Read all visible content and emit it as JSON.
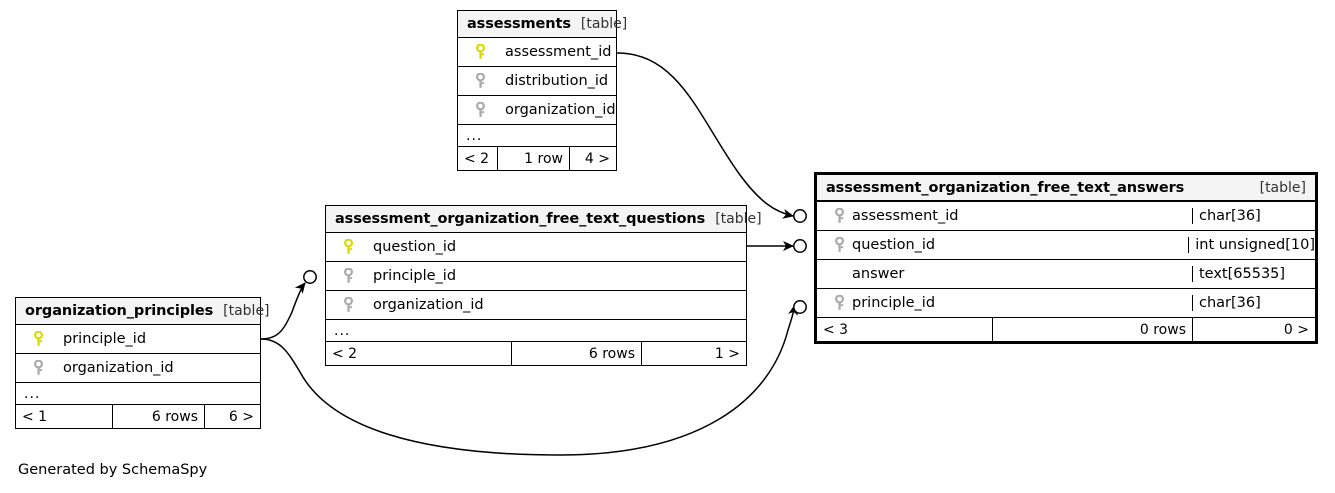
{
  "diagram": {
    "caption": "Generated by SchemaSpy",
    "table_tag": "[table]",
    "ellipsis": "...",
    "colors": {
      "primary_key": "#dada00",
      "foreign_key": "#aaaaaa",
      "header_bg": "#f4f4f4",
      "border": "#000000",
      "edge": "#000000"
    }
  },
  "tables": [
    {
      "id": "assessments",
      "name": "assessments",
      "tag": "[table]",
      "focused": false,
      "columns": [
        {
          "name": "assessment_id",
          "key": "primary",
          "key_icon": "key-icon-primary"
        },
        {
          "name": "distribution_id",
          "key": "foreign",
          "key_icon": "key-icon-foreign"
        },
        {
          "name": "organization_id",
          "key": "foreign",
          "key_icon": "key-icon-foreign"
        }
      ],
      "has_more": true,
      "footer": {
        "left": "< 2",
        "middle": "1 row",
        "right": "4 >"
      }
    },
    {
      "id": "assessment_organization_free_text_questions",
      "name": "assessment_organization_free_text_questions",
      "tag": "[table]",
      "focused": false,
      "columns": [
        {
          "name": "question_id",
          "key": "primary",
          "key_icon": "key-icon-primary"
        },
        {
          "name": "principle_id",
          "key": "foreign",
          "key_icon": "key-icon-foreign"
        },
        {
          "name": "organization_id",
          "key": "foreign",
          "key_icon": "key-icon-foreign"
        }
      ],
      "has_more": true,
      "footer": {
        "left": "< 2",
        "middle": "6 rows",
        "right": "1 >"
      }
    },
    {
      "id": "organization_principles",
      "name": "organization_principles",
      "tag": "[table]",
      "focused": false,
      "columns": [
        {
          "name": "principle_id",
          "key": "primary",
          "key_icon": "key-icon-primary"
        },
        {
          "name": "organization_id",
          "key": "foreign",
          "key_icon": "key-icon-foreign"
        }
      ],
      "has_more": true,
      "footer": {
        "left": "< 1",
        "middle": "6 rows",
        "right": "6 >"
      }
    },
    {
      "id": "assessment_organization_free_text_answers",
      "name": "assessment_organization_free_text_answers",
      "tag": "[table]",
      "focused": true,
      "columns": [
        {
          "name": "assessment_id",
          "key": "foreign",
          "key_icon": "key-icon-foreign",
          "type": "char[36]"
        },
        {
          "name": "question_id",
          "key": "foreign",
          "key_icon": "key-icon-foreign",
          "type": "int unsigned[10]"
        },
        {
          "name": "answer",
          "key": "none",
          "key_icon": "",
          "type": "text[65535]"
        },
        {
          "name": "principle_id",
          "key": "foreign",
          "key_icon": "key-icon-foreign",
          "type": "char[36]"
        }
      ],
      "has_more": false,
      "footer": {
        "left": "< 3",
        "middle": "0 rows",
        "right": "0 >"
      }
    }
  ],
  "relationships": [
    {
      "id": "assessments-to-answers",
      "from_table": "assessments",
      "from_column": "assessment_id",
      "to_table": "assessment_organization_free_text_answers",
      "to_column": "assessment_id"
    },
    {
      "id": "questions-to-answers",
      "from_table": "assessment_organization_free_text_questions",
      "from_column": "question_id",
      "to_table": "assessment_organization_free_text_answers",
      "to_column": "question_id"
    },
    {
      "id": "principles-to-questions",
      "from_table": "organization_principles",
      "from_column": "principle_id",
      "to_table": "assessment_organization_free_text_questions",
      "to_column": "principle_id"
    },
    {
      "id": "principles-to-answers",
      "from_table": "organization_principles",
      "from_column": "principle_id",
      "to_table": "assessment_organization_free_text_answers",
      "to_column": "principle_id"
    }
  ]
}
